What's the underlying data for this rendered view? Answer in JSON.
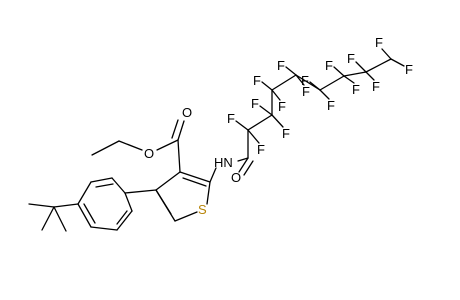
{
  "structure": {
    "colors": {
      "bond": "#000000",
      "sulfur": "#b8860b",
      "text": "#000000"
    },
    "labels": {
      "o_ester_carbonyl": "O",
      "o_ester_ether": "O",
      "o_amide": "O",
      "nh": "HN",
      "s": "S",
      "f2a": "F",
      "f2b": "F",
      "f3a": "F",
      "f3b": "F",
      "f4a": "F",
      "f4b": "F",
      "f5a": "F",
      "f5b": "F",
      "f6a": "F",
      "f6b": "F",
      "f7a": "F",
      "f7b": "F",
      "f8a": "F",
      "f8b": "F",
      "f9a": "F",
      "f9b": "F"
    }
  }
}
